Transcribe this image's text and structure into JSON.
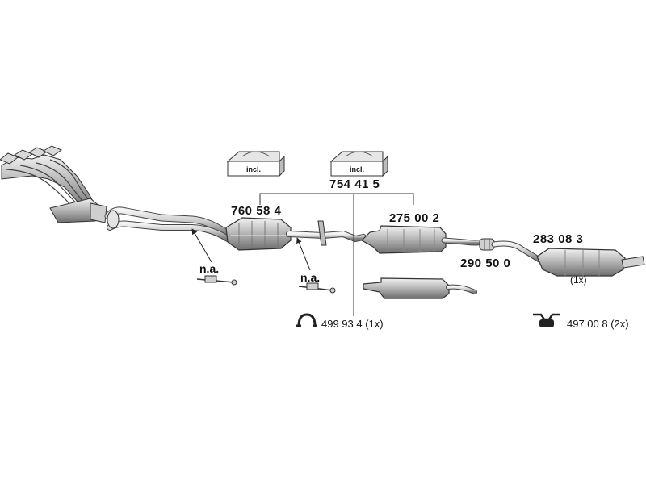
{
  "kit_boxes": [
    {
      "text": "incl."
    },
    {
      "text": "incl."
    }
  ],
  "parts": {
    "kit": "754 41 5",
    "cat": "760 58 4",
    "middle": "275 00 2",
    "clamp": "290 50 0",
    "rear": "283 08 3",
    "rear_qty": "(1x)"
  },
  "not_available": [
    "n.a.",
    "n.a."
  ],
  "accessories": [
    {
      "code": "499 93 4 (1x)"
    },
    {
      "code": "497 00 8  (2x)"
    }
  ]
}
